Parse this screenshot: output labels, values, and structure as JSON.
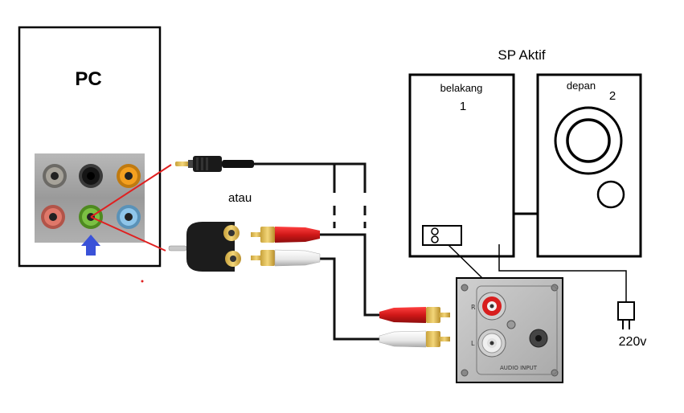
{
  "pc": {
    "label": "PC"
  },
  "alt_label": "atau",
  "speaker": {
    "title": "SP Aktif",
    "back": {
      "label": "belakang",
      "number": "1"
    },
    "front": {
      "label": "depan",
      "number": "2"
    }
  },
  "power": {
    "label": "220v"
  },
  "audio_input": {
    "label_r": "R",
    "label_l": "L",
    "caption": "AUDIO INPUT"
  },
  "colors": {
    "wire_red": "#e02020",
    "wire_black": "#111111",
    "pc_jack_green": "#7bc043",
    "pc_jack_pink": "#e0786a",
    "pc_jack_orange": "#f4a020",
    "pc_jack_blue": "#8fc6ea",
    "pc_jack_gray": "#a7a39a",
    "pointer_arrow": "#3a52d8",
    "rca_red": "#d81e1e",
    "rca_white": "#f2f2f2"
  }
}
